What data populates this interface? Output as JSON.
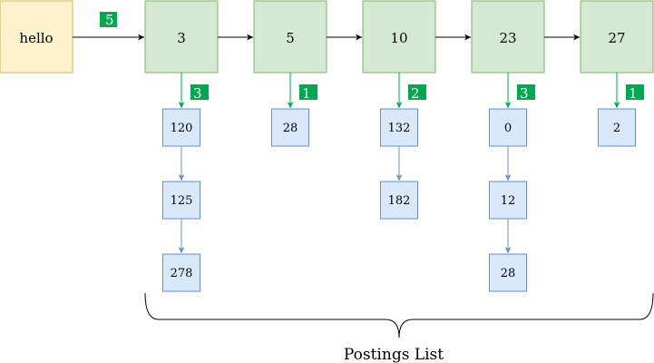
{
  "term": {
    "label": "hello",
    "fill": "#fff2cc",
    "stroke": "#d6b656"
  },
  "doc_frequency": "5",
  "badge_color": "#00a651",
  "docs": [
    {
      "id": "3",
      "count": "3",
      "postings": [
        "120",
        "125",
        "278"
      ]
    },
    {
      "id": "5",
      "count": "1",
      "postings": [
        "28"
      ]
    },
    {
      "id": "10",
      "count": "2",
      "postings": [
        "132",
        "182"
      ]
    },
    {
      "id": "23",
      "count": "3",
      "postings": [
        "0",
        "12",
        "28"
      ]
    },
    {
      "id": "27",
      "count": "1",
      "postings": [
        "2"
      ]
    }
  ],
  "doc_node": {
    "fill": "#d5e8d4",
    "stroke": "#82b366"
  },
  "posting_node": {
    "fill": "#dae8fc",
    "stroke": "#6c8ebf"
  },
  "posting_arrow_color": "#6c8ebf",
  "chain_arrow_color": "#000000",
  "brace_color": "#000000",
  "caption": "Postings List"
}
